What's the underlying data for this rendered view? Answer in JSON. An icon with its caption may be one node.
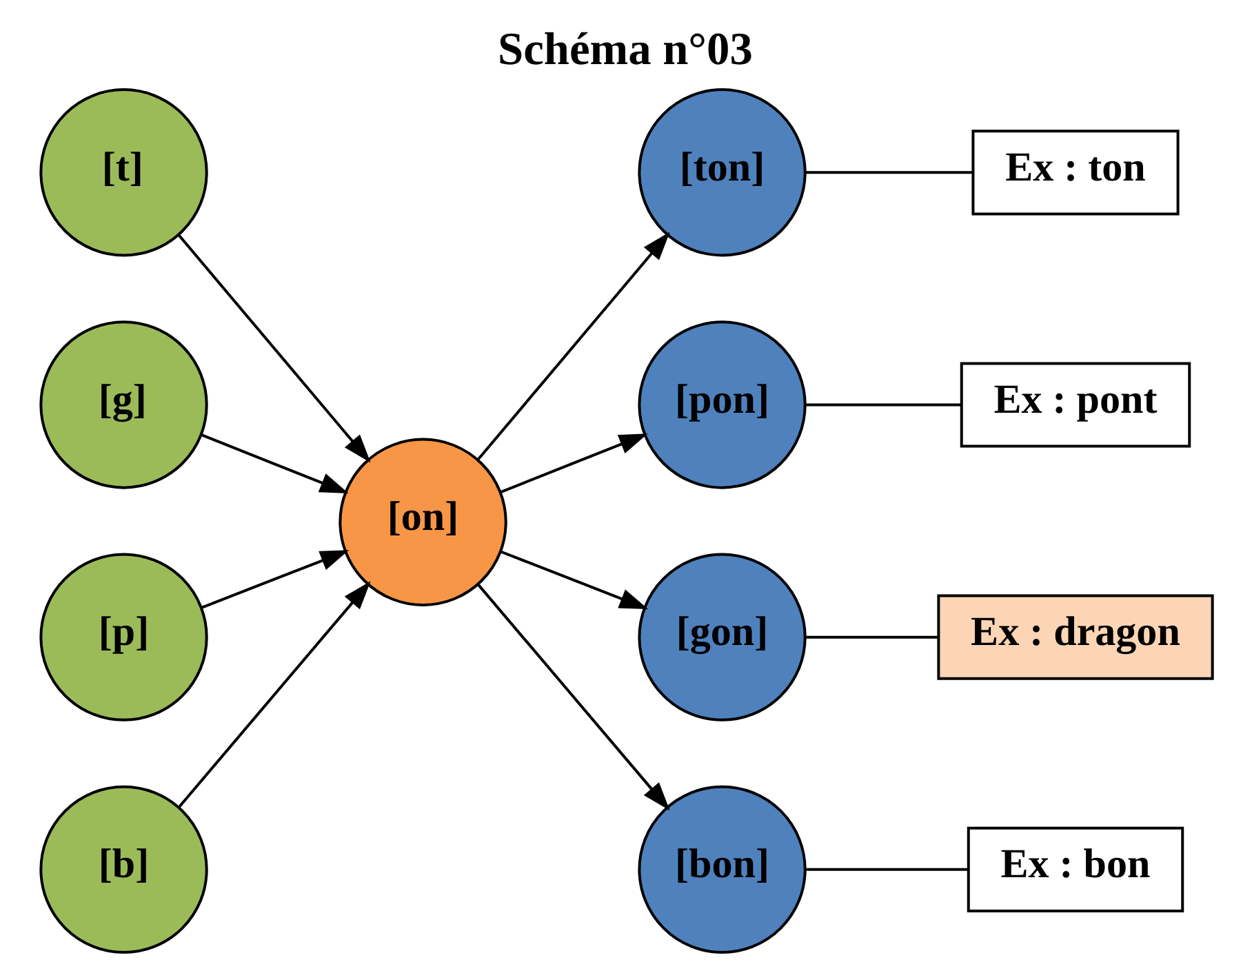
{
  "diagram": {
    "title": "Schéma n°03",
    "nodes": [
      {
        "text": [
          "[t]"
        ]
      },
      {
        "text": [
          "[g]"
        ]
      },
      {
        "text": [
          "[ton]"
        ]
      },
      {
        "text": [
          "Ex : ton"
        ]
      },
      {
        "text": [
          "[p]"
        ]
      },
      {
        "text": [
          "[on]"
        ]
      },
      {
        "text": [
          "[pon]"
        ]
      },
      {
        "text": [
          "Ex : pont"
        ]
      },
      {
        "text": [
          "[b]"
        ]
      },
      {
        "text": [
          "[gon]"
        ]
      },
      {
        "text": [
          "[bon]"
        ]
      },
      {
        "text": [
          "Ex : dragon"
        ]
      },
      {
        "text": [
          "Ex : bon"
        ]
      }
    ],
    "edges": [
      {
        "from": 0,
        "to": 5,
        "arrow": "to"
      },
      {
        "from": 1,
        "to": 5,
        "arrow": "to"
      },
      {
        "from": 4,
        "to": 5,
        "arrow": "to"
      },
      {
        "from": 8,
        "to": 5,
        "arrow": "to"
      },
      {
        "from": 5,
        "to": 2,
        "arrow": "to"
      },
      {
        "from": 5,
        "to": 6,
        "arrow": "to"
      },
      {
        "from": 5,
        "to": 9,
        "arrow": "to"
      },
      {
        "from": 5,
        "to": 10,
        "arrow": "to"
      },
      {
        "from": 2,
        "to": 3,
        "arrow": "none"
      },
      {
        "from": 6,
        "to": 7,
        "arrow": "none"
      },
      {
        "from": 9,
        "to": 11,
        "arrow": "none"
      },
      {
        "from": 10,
        "to": 12,
        "arrow": "none"
      }
    ]
  }
}
